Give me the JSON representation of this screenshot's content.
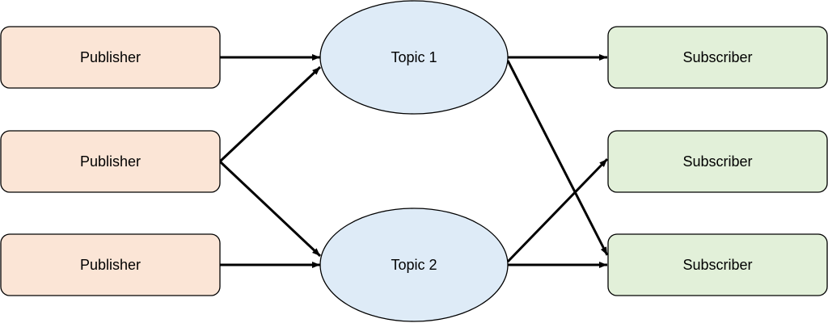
{
  "colors": {
    "publisher_fill": "#fbe5d6",
    "topic_fill": "#deebf7",
    "subscriber_fill": "#e2f0d9",
    "stroke": "#000000",
    "edge": "#000000"
  },
  "nodes": {
    "publisher_1": {
      "label": "Publisher"
    },
    "publisher_2": {
      "label": "Publisher"
    },
    "publisher_3": {
      "label": "Publisher"
    },
    "topic_1": {
      "label": "Topic 1"
    },
    "topic_2": {
      "label": "Topic 2"
    },
    "subscriber_1": {
      "label": "Subscriber"
    },
    "subscriber_2": {
      "label": "Subscriber"
    },
    "subscriber_3": {
      "label": "Subscriber"
    }
  },
  "edges": [
    {
      "from": "publisher_1",
      "to": "topic_1"
    },
    {
      "from": "publisher_2",
      "to": "topic_1"
    },
    {
      "from": "publisher_2",
      "to": "topic_2"
    },
    {
      "from": "publisher_3",
      "to": "topic_2"
    },
    {
      "from": "topic_1",
      "to": "subscriber_1"
    },
    {
      "from": "topic_1",
      "to": "subscriber_3"
    },
    {
      "from": "topic_2",
      "to": "subscriber_2"
    },
    {
      "from": "topic_2",
      "to": "subscriber_3"
    }
  ]
}
